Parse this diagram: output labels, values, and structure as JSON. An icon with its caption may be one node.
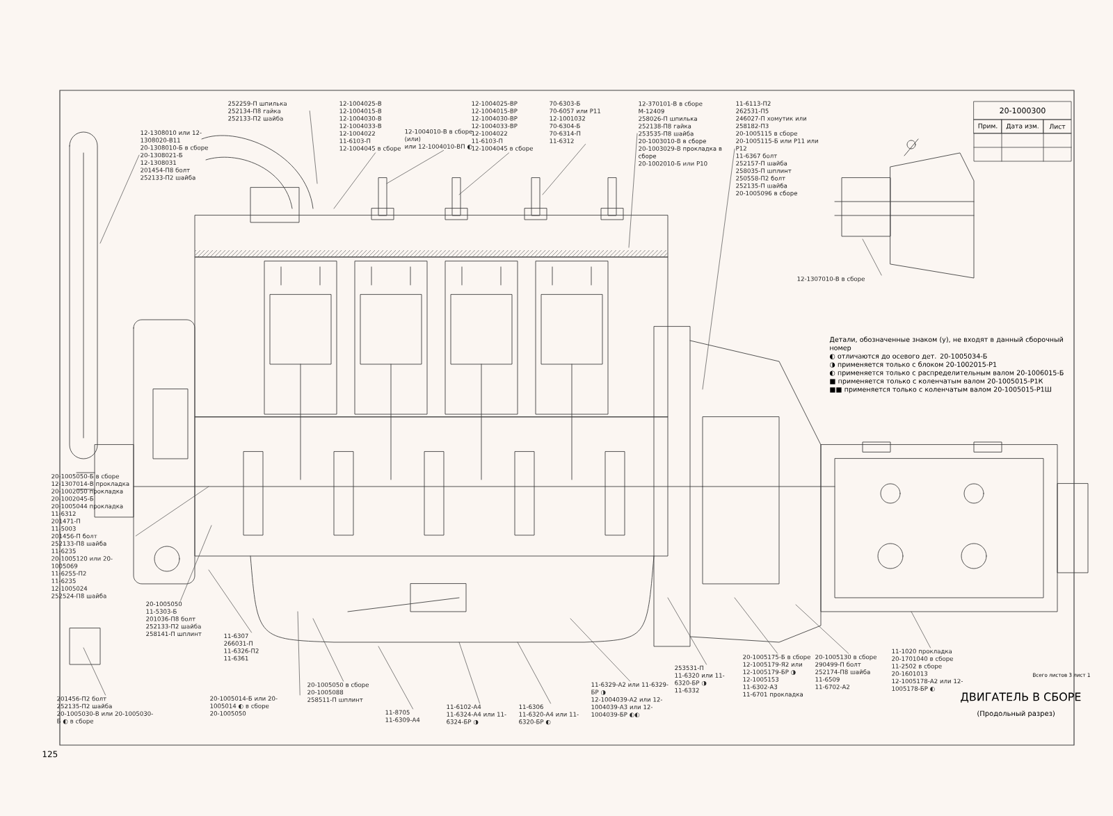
{
  "diagram": {
    "title": "ДВИГАТЕЛЬ В СБОРЕ",
    "nodes": [
      {
        "text": [
          "12-1308010 или 12-1308020-В11",
          "20-1308010-Б в сборе",
          "20-1308021-Б",
          "12-1308031",
          "201454-П8 болт",
          "252133-П2 шайба"
        ]
      },
      {
        "text": [
          "252259-П шпилька",
          "252134-П8 гайка",
          "252133-П2 шайба"
        ]
      },
      {
        "text": [
          "12-1004025-В",
          "12-1004015-В",
          "12-1004030-В",
          "12-1004033-В",
          "12-1004022",
          "11-6103-П",
          "12-1004045 в сборе"
        ]
      },
      {
        "text": [
          "12-1004010-В в сборе (или)",
          "или 12-1004010-ВП ◐"
        ]
      },
      {
        "text": [
          "12-1004025-ВР",
          "12-1004015-ВР",
          "12-1004030-ВР",
          "12-1004033-ВР",
          "12-1004022",
          "11-6103-П",
          "12-1004045 в сборе"
        ]
      },
      {
        "text": [
          "70-6303-Б",
          "70-6057 или Р11",
          "12-1001032",
          "70-6304-Б",
          "70-6314-П",
          "11-6312"
        ]
      },
      {
        "text": [
          "12-370101-В в сборе",
          "М-12409",
          "258026-П шпилька",
          "252138-П8 гайка",
          "253535-П8 шайба",
          "20-1003010-В в сборе",
          "20-1003029-В прокладка в сборе",
          "20-1002010-Б или Р10"
        ]
      },
      {
        "text": [
          "11-6113-П2",
          "262531-П5",
          "246027-П хомутик или 258182-П3",
          "20-1005115 в сборе",
          "20-1005115-Б или Р11 или Р12",
          "11-6367 болт",
          "252157-П шайба",
          "258035-П шплинт",
          "250558-П2 болт",
          "252135-П шайба",
          "20-1005096 в сборе"
        ]
      },
      {
        "text": [
          "12-1307010-В в сборе"
        ]
      },
      {
        "text": [
          "20-1005050-Б в сборе",
          "12-1307014-В прокладка",
          "20-1002050 прокладка",
          "20-1002045-Б",
          "20-1005044 прокладка",
          "11-6312",
          "201471-П",
          "11-5003",
          "201456-П болт",
          "252133-П8 шайба",
          "11-6235",
          "20-1005120 или 20-1005069",
          "11-6255-П2",
          "11-6235",
          "12-1005024",
          "252524-П8 шайба"
        ]
      },
      {
        "text": [
          "20-1005050",
          "11-5303-Б",
          "201036-П8 болт",
          "252133-П2 шайба",
          "258141-П шплинт"
        ]
      },
      {
        "text": [
          "201456-П2 болт",
          "252135-П2 шайба",
          "20-1005030-В или 20-1005030-Б ◐ в сборе"
        ]
      },
      {
        "text": [
          "20-1005014-Б или 20-1005014 ◐ в сборе",
          "20-1005050"
        ]
      },
      {
        "text": [
          "11-6307",
          "266031-П",
          "11-6326-П2",
          "11-6361"
        ]
      },
      {
        "text": [
          "20-1005050 в сборе",
          "20-1005088",
          "258511-П шплинт"
        ]
      },
      {
        "text": [
          "11-8705",
          "11-6309-А4"
        ]
      },
      {
        "text": [
          "11-6102-А4",
          "11-6324-А4 или 11-6324-БР ◑"
        ]
      },
      {
        "text": [
          "11-6306",
          "11-6320-А4 или 11-6320-БР ◐"
        ]
      },
      {
        "text": [
          "11-6329-А2 или 11-6329-БР ◑",
          "12-1004039-А2 или 12-1004039-А3 или 12-1004039-БР ◐◐"
        ]
      },
      {
        "text": [
          "253531-П",
          "11-6320 или 11-6320-БР ◑",
          "11-6332"
        ]
      },
      {
        "text": [
          "20-1005175-Б в сборе",
          "12-1005179-Я2 или 12-1005179-БР ◑",
          "12-1005153",
          "11-6302-А3",
          "11-6701 прокладка"
        ]
      },
      {
        "text": [
          "20-1005130 в сборе",
          "290499-П болт",
          "252174-П8 шайба",
          "11-6509",
          "11-6702-А2"
        ]
      },
      {
        "text": [
          "11-1020 прокладка",
          "20-1701040 в сборе",
          "11-2502 в сборе",
          "20-1601013",
          "12-1005178-А2 или 12-1005178-БР ◐"
        ]
      }
    ],
    "edges": [
      {
        "from": 0,
        "to": null,
        "arrow": "none"
      },
      {
        "from": 1,
        "to": null,
        "arrow": "none"
      },
      {
        "from": 2,
        "to": null,
        "arrow": "none"
      },
      {
        "from": 3,
        "to": null,
        "arrow": "none"
      },
      {
        "from": 4,
        "to": null,
        "arrow": "none"
      },
      {
        "from": 5,
        "to": null,
        "arrow": "none"
      },
      {
        "from": 6,
        "to": null,
        "arrow": "none"
      },
      {
        "from": 7,
        "to": null,
        "arrow": "none"
      },
      {
        "from": 8,
        "to": null,
        "arrow": "none"
      },
      {
        "from": 9,
        "to": null,
        "arrow": "none"
      },
      {
        "from": 10,
        "to": null,
        "arrow": "none"
      },
      {
        "from": 11,
        "to": null,
        "arrow": "none"
      },
      {
        "from": 12,
        "to": null,
        "arrow": "none"
      },
      {
        "from": 13,
        "to": null,
        "arrow": "none"
      },
      {
        "from": 14,
        "to": null,
        "arrow": "none"
      },
      {
        "from": 15,
        "to": null,
        "arrow": "none"
      },
      {
        "from": 16,
        "to": null,
        "arrow": "none"
      },
      {
        "from": 17,
        "to": null,
        "arrow": "none"
      },
      {
        "from": 18,
        "to": null,
        "arrow": "none"
      },
      {
        "from": 19,
        "to": null,
        "arrow": "none"
      },
      {
        "from": 20,
        "to": null,
        "arrow": "none"
      },
      {
        "from": 21,
        "to": null,
        "arrow": "none"
      },
      {
        "from": 22,
        "to": null,
        "arrow": "none"
      }
    ],
    "labels": [
      "20-1000300",
      "Прим.",
      "Дата изм.",
      "Лист",
      "Детали, обозначенные знаком (у), не входят в данный сборочный номер",
      "◐ отличаются до осевого дет. 20-1005034-Б",
      "◑ применяется только с блоком 20-1002015-Р1",
      "◐ применяется только с распределительным валом 20-1006015-Б",
      "■ применяется только с коленчатым валом 20-1005015-Р1К",
      "■■ применяется только с коленчатым валом 20-1005015-Р1Ш",
      "Всего листов 3 лист 1",
      "(Продольный разрез)",
      "125"
    ]
  }
}
